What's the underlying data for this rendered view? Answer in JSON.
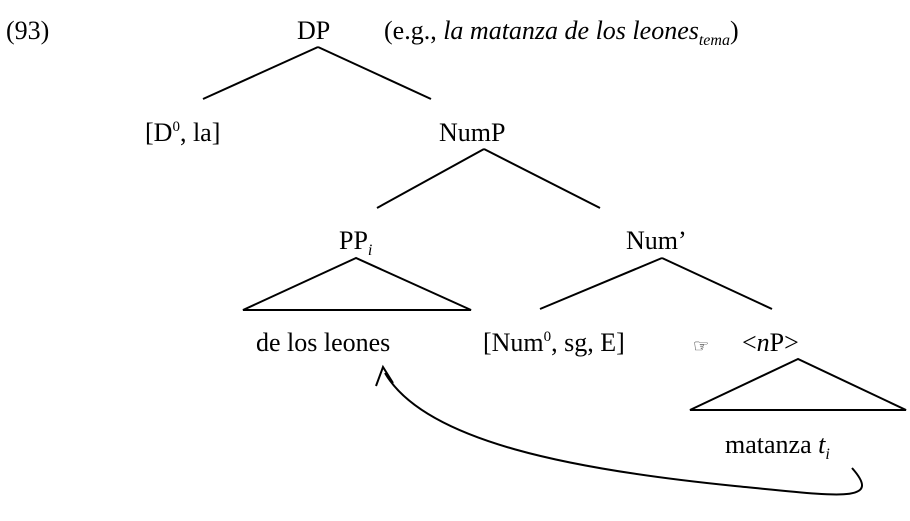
{
  "example": {
    "number": "(93)",
    "gloss_open": "(e.g., ",
    "gloss_italic": "la matanza de los leones",
    "gloss_sub": "tema",
    "gloss_close": ")"
  },
  "nodes": {
    "dp": "DP",
    "d_open": "[D",
    "d_sup": "0",
    "d_rest": ", la]",
    "nump": "NumP",
    "pp": "PP",
    "pp_index": "i",
    "num_bar": "Num’",
    "pp_content": "de los leones",
    "num_open": "[Num",
    "num_sup": "0",
    "num_rest": ", sg, E]",
    "pointer": "☞",
    "np_open": "<",
    "np_n": "n",
    "np_close": "P>",
    "np_content": "matanza ",
    "trace": "t",
    "trace_index": "i"
  }
}
